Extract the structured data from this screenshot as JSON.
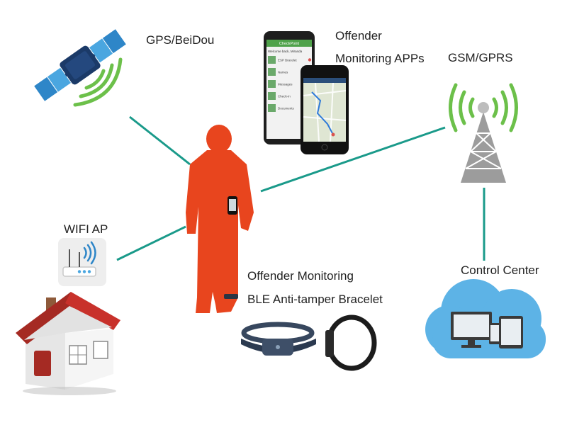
{
  "labels": {
    "gps": "GPS/BeiDou",
    "apps_line1": "Offender",
    "apps_line2": "Monitoring APPs",
    "gsm": "GSM/GPRS",
    "wifi": "WIFI AP",
    "bracelet_line1": "Offender Monitoring",
    "bracelet_line2": "BLE Anti-tamper Bracelet",
    "control": "Control Center"
  },
  "app_screen": {
    "title": "CheckPoint",
    "welcome": "Welcome back, Miranda",
    "menu": [
      "ESP Bracelet",
      "Names",
      "Messages",
      "Check-in",
      "Documents"
    ]
  },
  "colors": {
    "person": "#e8451e",
    "connector": "#1a9a8a",
    "signal_green": "#6cc04a",
    "cloud": "#5db3e6",
    "roof": "#c8312b"
  }
}
